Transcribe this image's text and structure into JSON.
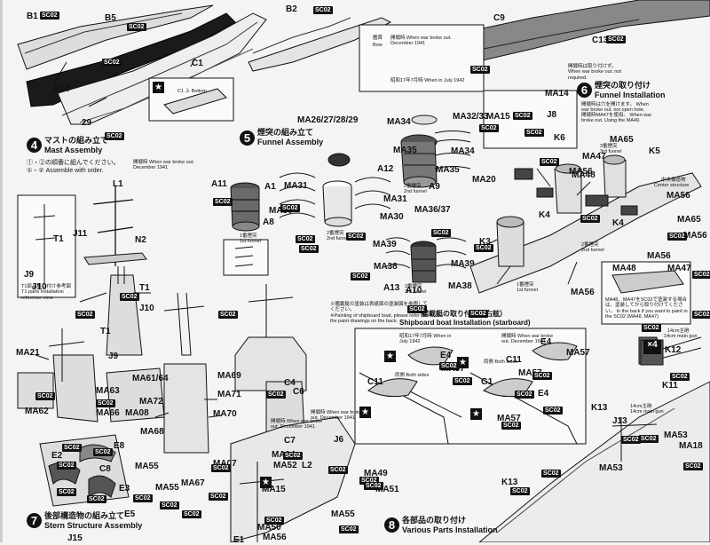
{
  "steps": {
    "mast": {
      "num": "4",
      "jp": "マストの組み立て",
      "en": "Mast Assembly"
    },
    "funnel": {
      "num": "5",
      "jp": "煙突の組み立て",
      "en": "Funnel Assembly"
    },
    "funnel_install": {
      "num": "6",
      "jp": "煙突の取り付け",
      "en": "Funnel Installation"
    },
    "stern": {
      "num": "7",
      "jp": "後部構造物の組み立て",
      "en": "Stern Structure Assembly"
    },
    "various": {
      "num": "8",
      "jp": "各部品の取り付け",
      "en": "Various Parts Installation"
    },
    "boat": {
      "jp": "艦載艇の取り付け（右舷）",
      "en": "Shipboard boat Installation (starboard)"
    }
  },
  "notes": {
    "order_jp": "①・②の順番に組んでください。",
    "order_en": "①・② Assemble with order.",
    "war_1941": "開戦時 When war broke out. December 1941",
    "war_not_req": "開戦時は取り付けず。 When war broke out. not required.",
    "july_1942": "昭和17年7月時 When in July 1942",
    "bow_jp": "艦首",
    "bow_en": "Bow",
    "open_hole": "開戦時は穴を開けます。 When war broke out. not open hole.",
    "ma47_use": "開戦時MA47を使用。 When war broke out. Using the MA49.",
    "painting_jp": "※艦載艇の塗装は表紙面の塗装図を参照してください。",
    "painting_en": "※Painting of shipboard boat, please refer to the paint drawings on the back.",
    "paint_hull": "MA48、MA47をSC02で塗装する場合は、塗装してから取り付けてください。 In the back if you want to paint in the SC02 (MA48, MA47)",
    "funnel1_jp": "1番煙突",
    "funnel1_en": "1st funnel",
    "funnel2_jp": "2番煙突",
    "funnel2_en": "2nd funnel",
    "funnel3_jp": "3番煙突",
    "funnel3_en": "3rd funnel",
    "center_jp": "中央構造物",
    "center_en": "Center structure",
    "gun14_jp": "14cm主砲",
    "gun14_en": "14cm main gun",
    "t1_parts": "T1部品取り付け参考図 T1 parts installation reference view",
    "both_sides": "両側 Both sides",
    "x4": "×4",
    "c1_top": "C1 上 Bottom"
  },
  "labels": [
    "B1",
    "B5",
    "B2",
    "C9",
    "C13",
    "C1",
    "A14",
    "29",
    "MA14",
    "MA15",
    "J8",
    "K6",
    "MA47",
    "MA48",
    "MA56",
    "MA65",
    "K5",
    "MA56",
    "MA32/33",
    "MA26/27/28/29",
    "MA34",
    "MA35",
    "MA34",
    "MA35",
    "MA20",
    "A9",
    "A11",
    "A1",
    "A8",
    "MA31",
    "MA31",
    "MA30",
    "MA30",
    "A12",
    "MA36/37",
    "MA39",
    "MA38",
    "MA39",
    "MA38",
    "A13",
    "A10",
    "K3",
    "K4",
    "K4",
    "MA65",
    "MA56",
    "MA56",
    "MA48",
    "MA47",
    "MA56",
    "L1",
    "J11",
    "N2",
    "T1",
    "T1",
    "J9",
    "J10",
    "J10",
    "T1",
    "J9",
    "MA21",
    "MA61/64",
    "MA63",
    "MA62",
    "MA66",
    "MA72",
    "MA08",
    "MA71",
    "MA70",
    "MA68",
    "MA69",
    "E8",
    "E2",
    "C8",
    "E3",
    "MA55",
    "MA55",
    "MA67",
    "C4",
    "C6",
    "C7",
    "J6",
    "MA07",
    "MA14",
    "MA52",
    "L2",
    "MA15",
    "MA49",
    "MA51",
    "MA50",
    "MA56",
    "MA55",
    "E1",
    "J15",
    "E4",
    "MA57",
    "C11",
    "E4",
    "C11",
    "MA57",
    "G1",
    "MA57",
    "MA57",
    "E4",
    "K12",
    "K11",
    "K13",
    "J13",
    "MA53",
    "MA18",
    "MA53",
    "K13",
    "E5"
  ],
  "paint_code": "SC02"
}
